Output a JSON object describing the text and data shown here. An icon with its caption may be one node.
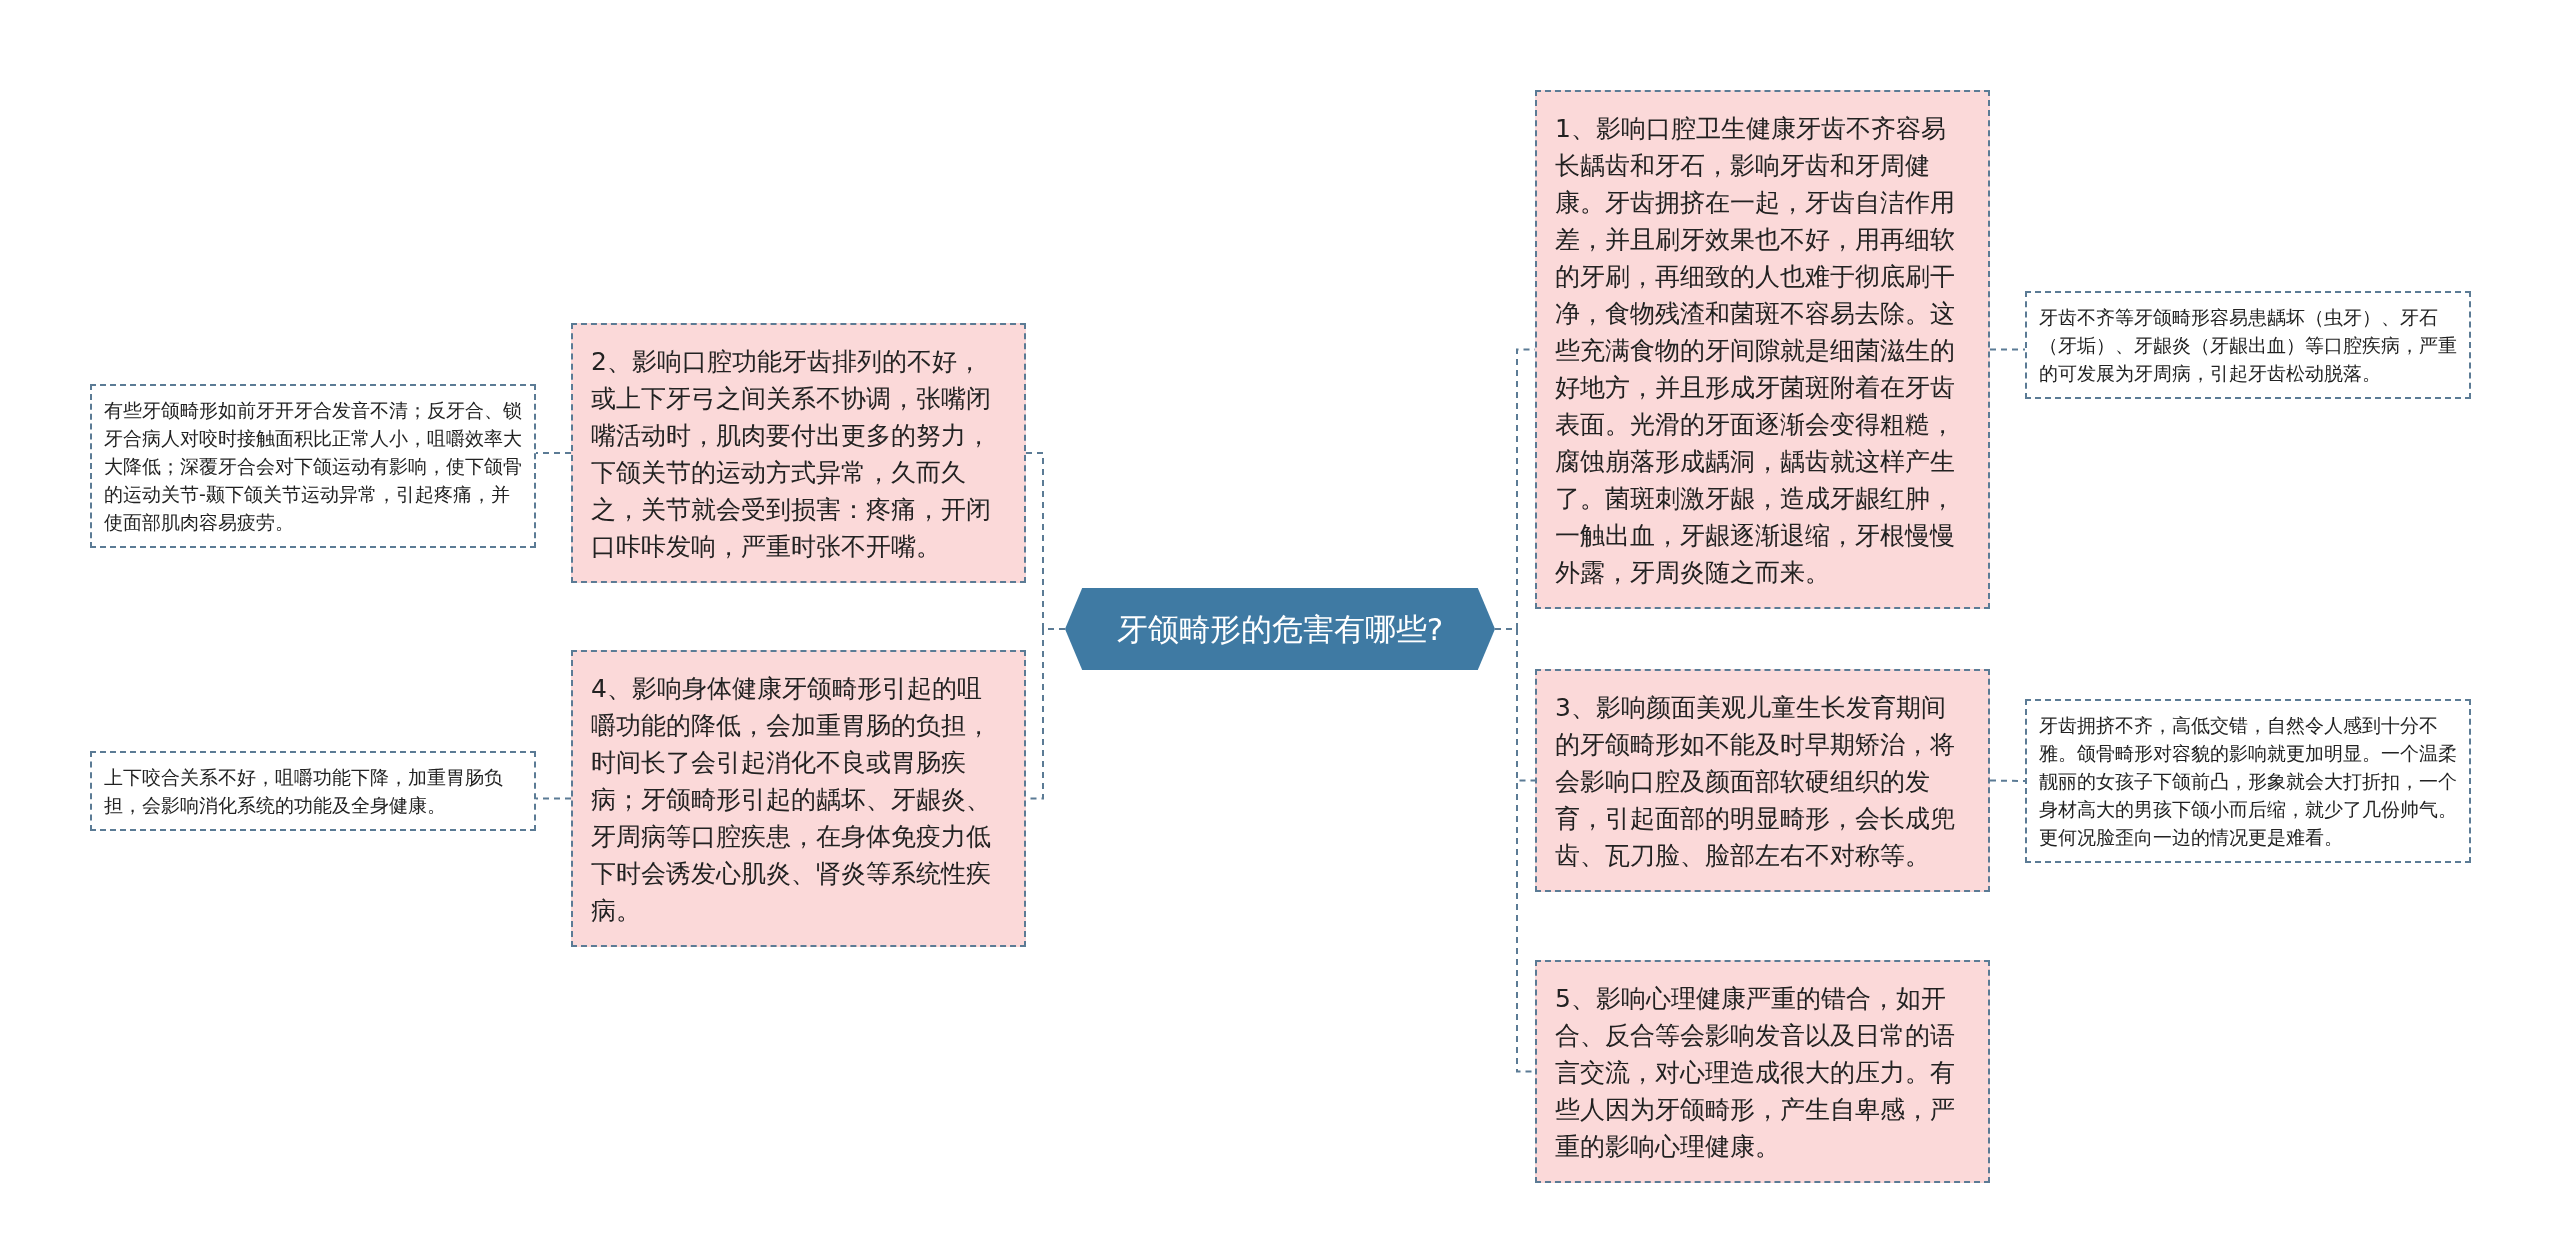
{
  "diagram": {
    "nodes": [
      {
        "text": [
          "牙颌畸形的危害有哪些?"
        ]
      },
      {
        "text": [
          "1、影响口腔卫生健康牙齿不齐容易长龋齿和牙石，影响牙齿和牙周健康。牙齿拥挤在一起，牙齿自洁作用差，并且刷牙效果也不好，用再细软的牙刷，再细致的人也难于彻底刷干净，食物残渣和菌斑不容易去除。这些充满食物的牙间隙就是细菌滋生的好地方，并且形成牙菌斑附着在牙齿表面。光滑的牙面逐渐会变得粗糙，腐蚀崩落形成龋洞，龋齿就这样产生了。菌斑刺激牙龈，造成牙龈红肿，一触出血，牙龈逐渐退缩，牙根慢慢外露，牙周炎随之而来。"
        ]
      },
      {
        "text": [
          "牙齿不齐等牙颌畸形容易患龋坏（虫牙）、牙石（牙垢）、牙龈炎（牙龈出血）等口腔疾病，严重的可发展为牙周病，引起牙齿松动脱落。"
        ]
      },
      {
        "text": [
          "2、影响口腔功能牙齿排列的不好，或上下牙弓之间关系不协调，张嘴闭嘴活动时，肌肉要付出更多的努力，下颌关节的运动方式异常，久而久之，关节就会受到损害：疼痛，开闭口咔咔发响，严重时张不开嘴。"
        ]
      },
      {
        "text": [
          "有些牙颌畸形如前牙开牙合发音不清；反牙合、锁牙合病人对咬时接触面积比正常人小，咀嚼效率大大降低；深覆牙合会对下颌运动有影响，使下颌骨的运动关节-颞下颌关节运动异常，引起疼痛，并使面部肌肉容易疲劳。"
        ]
      },
      {
        "text": [
          "3、影响颜面美观儿童生长发育期间的牙颌畸形如不能及时早期矫治，将会影响口腔及颜面部软硬组织的发育，引起面部的明显畸形，会长成兜齿、瓦刀脸、脸部左右不对称等。"
        ]
      },
      {
        "text": [
          "牙齿拥挤不齐，高低交错，自然令人感到十分不雅。颌骨畸形对容貌的影响就更加明显。一个温柔靓丽的女孩子下颌前凸，形象就会大打折扣，一个身材高大的男孩下颌小而后缩，就少了几份帅气。更何况脸歪向一边的情况更是难看。"
        ]
      },
      {
        "text": [
          "4、影响身体健康牙颌畸形引起的咀嚼功能的降低，会加重胃肠的负担，时间长了会引起消化不良或胃肠疾病；牙颌畸形引起的龋坏、牙龈炎、牙周病等口腔疾患，在身体免疫力低下时会诱发心肌炎、肾炎等系统性疾病。"
        ]
      },
      {
        "text": [
          "上下咬合关系不好，咀嚼功能下降，加重胃肠负担，会影响消化系统的功能及全身健康。"
        ]
      },
      {
        "text": [
          "5、影响心理健康严重的错合，如开合、反合等会影响发音以及日常的语言交流，对心理造成很大的压力。有些人因为牙颌畸形，产生自卑感，严重的影响心理健康。"
        ]
      }
    ],
    "edges": [
      {
        "from": 0,
        "to": 1,
        "arrow": "none",
        "style": "dashed"
      },
      {
        "from": 1,
        "to": 2,
        "arrow": "none",
        "style": "dashed"
      },
      {
        "from": 0,
        "to": 3,
        "arrow": "none",
        "style": "dashed"
      },
      {
        "from": 3,
        "to": 4,
        "arrow": "none",
        "style": "dashed"
      },
      {
        "from": 0,
        "to": 5,
        "arrow": "none",
        "style": "dashed"
      },
      {
        "from": 5,
        "to": 6,
        "arrow": "none",
        "style": "dashed"
      },
      {
        "from": 0,
        "to": 7,
        "arrow": "none",
        "style": "dashed"
      },
      {
        "from": 7,
        "to": 8,
        "arrow": "none",
        "style": "dashed"
      },
      {
        "from": 0,
        "to": 9,
        "arrow": "none",
        "style": "dashed"
      }
    ]
  }
}
